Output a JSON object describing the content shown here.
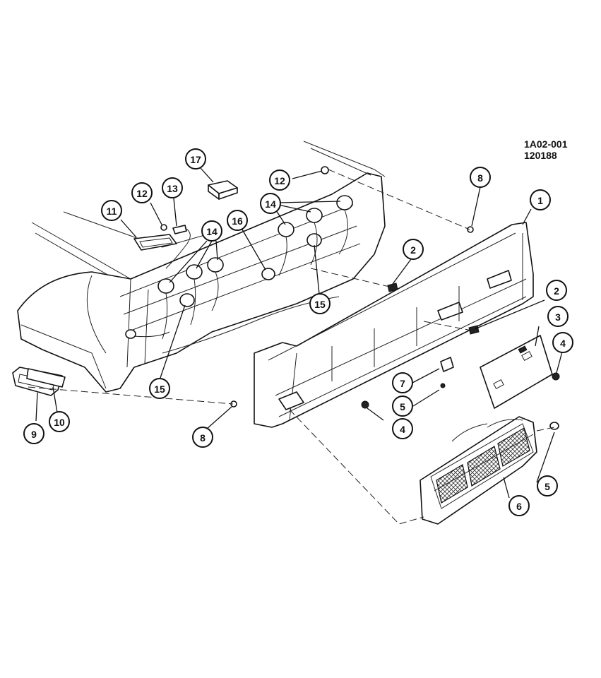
{
  "reference": {
    "figure_code": "1A02-001",
    "date_code": "120188"
  },
  "callouts": [
    {
      "label": "1"
    },
    {
      "label": "2"
    },
    {
      "label": "2"
    },
    {
      "label": "3"
    },
    {
      "label": "4"
    },
    {
      "label": "4"
    },
    {
      "label": "5"
    },
    {
      "label": "5"
    },
    {
      "label": "6"
    },
    {
      "label": "7"
    },
    {
      "label": "8"
    },
    {
      "label": "8"
    },
    {
      "label": "9"
    },
    {
      "label": "10"
    },
    {
      "label": "11"
    },
    {
      "label": "12"
    },
    {
      "label": "12"
    },
    {
      "label": "13"
    },
    {
      "label": "14"
    },
    {
      "label": "14"
    },
    {
      "label": "15"
    },
    {
      "label": "15"
    },
    {
      "label": "16"
    },
    {
      "label": "17"
    }
  ]
}
